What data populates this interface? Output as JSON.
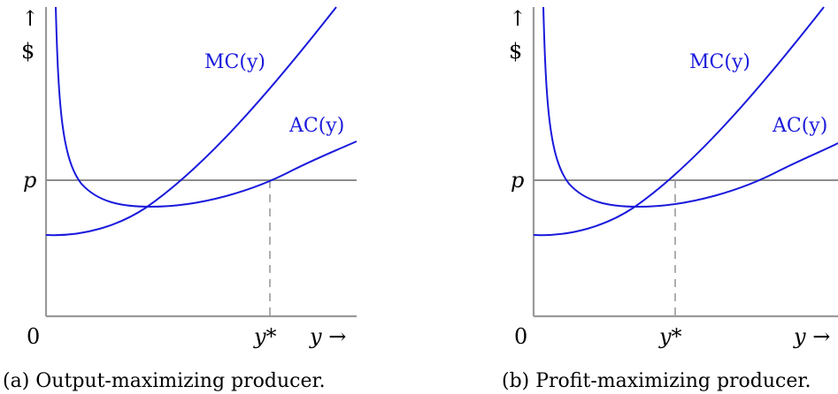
{
  "colors": {
    "curve": "#1a1adc",
    "axis": "#9a9a9a",
    "text": "#000000"
  },
  "panels": [
    {
      "caption": "(a) Output-maximizing producer.",
      "y_axis_arrow": "↑",
      "y_axis_unit": "$",
      "origin": "0",
      "price_label": "p",
      "mc_label": "MC(y)",
      "ac_label": "AC(y)",
      "ystar_label": "y*",
      "x_axis_label": "y →"
    },
    {
      "caption": "(b) Profit-maximizing producer.",
      "y_axis_arrow": "↑",
      "y_axis_unit": "$",
      "origin": "0",
      "price_label": "p",
      "mc_label": "MC(y)",
      "ac_label": "AC(y)",
      "ystar_label": "y*",
      "x_axis_label": "y →"
    }
  ]
}
